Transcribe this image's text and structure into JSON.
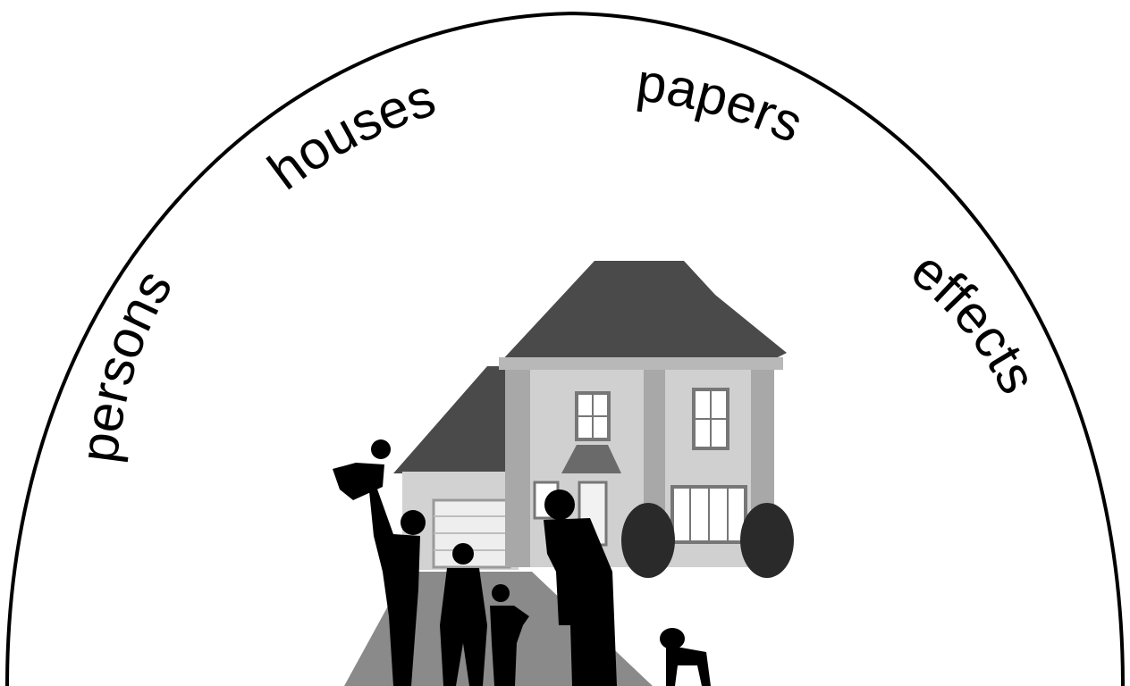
{
  "labels": {
    "persons": "persons",
    "houses": "houses",
    "papers": "papers",
    "effects": "effects"
  },
  "illustration": {
    "subject": "house-with-family",
    "palette": {
      "roof": "#4a4a4a",
      "wall": "#cfcfcf",
      "trim": "#9a9a9a",
      "window": "#ffffff",
      "silhouette": "#000000",
      "driveway": "#8a8a8a",
      "outline": "#000000"
    }
  }
}
